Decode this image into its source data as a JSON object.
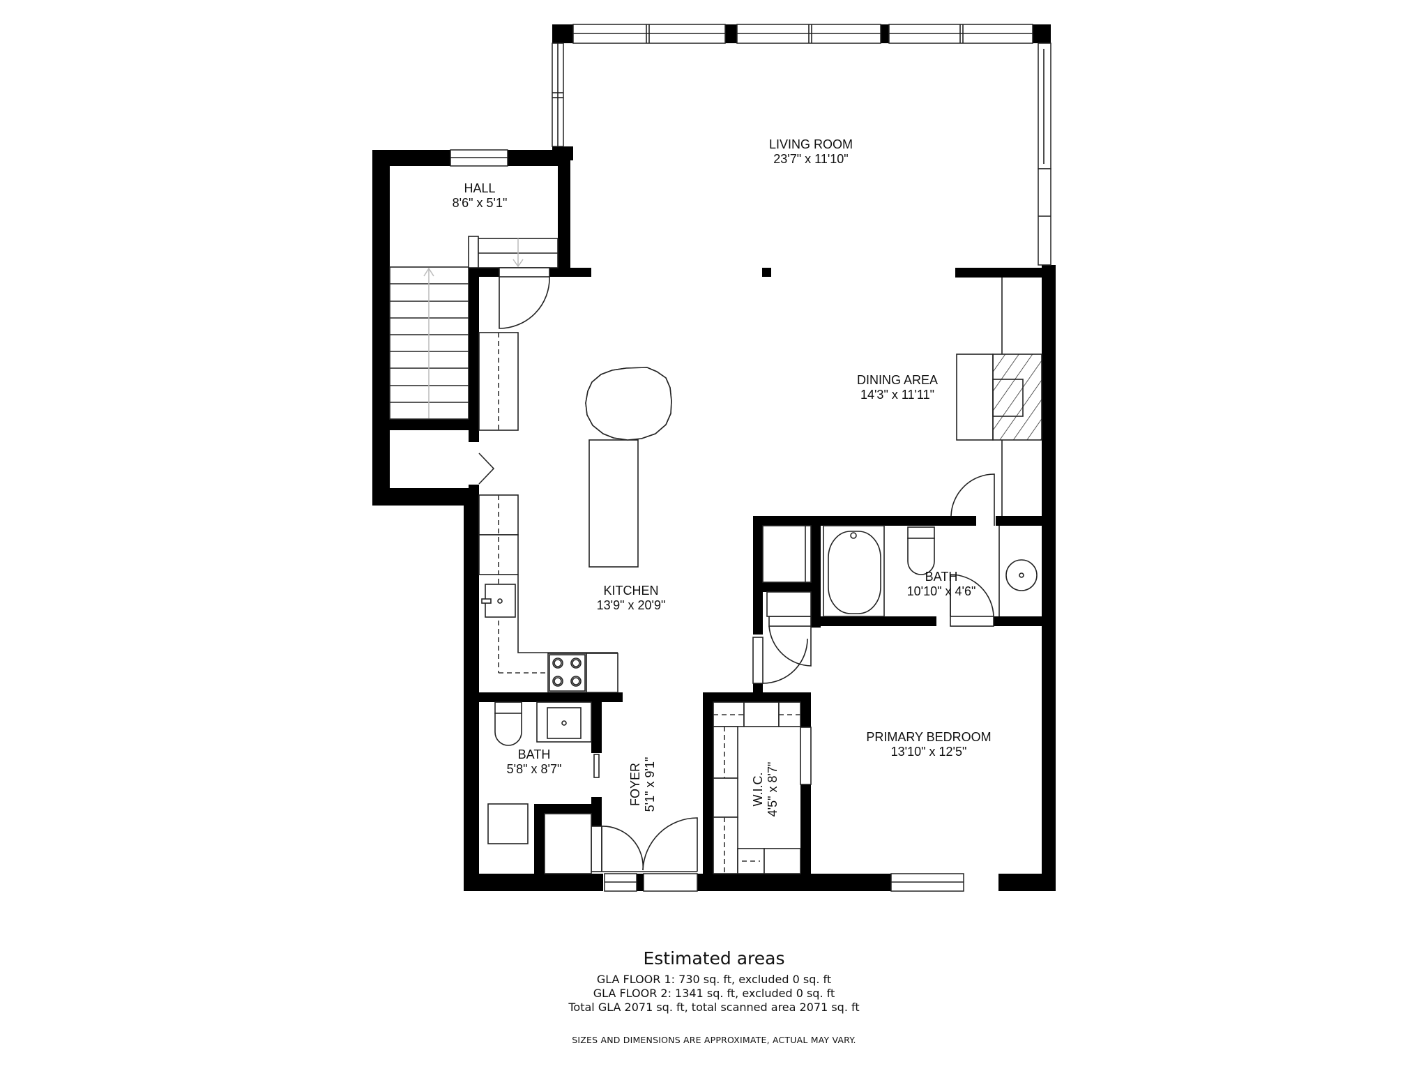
{
  "plan": {
    "rooms": [
      {
        "name": "LIVING ROOM",
        "dims": "23'7\" x 11'10\""
      },
      {
        "name": "HALL",
        "dims": "8'6\" x 5'1\""
      },
      {
        "name": "DINING AREA",
        "dims": "14'3\" x 11'11\""
      },
      {
        "name": "KITCHEN",
        "dims": "13'9\" x 20'9\""
      },
      {
        "name": "BATH",
        "dims": "10'10\" x 4'6\""
      },
      {
        "name": "PRIMARY BEDROOM",
        "dims": "13'10\" x 12'5\""
      },
      {
        "name": "BATH",
        "dims": "5'8\" x 8'7\""
      },
      {
        "name": "FOYER",
        "dims": "5'1\" x 9'1\""
      },
      {
        "name": "W.I.C.",
        "dims": "4'5\" x 8'7\""
      }
    ],
    "colors": {
      "wall": "#000000",
      "background": "#ffffff",
      "fixture_stroke": "#222222"
    }
  },
  "footer": {
    "title": "Estimated areas",
    "lines": [
      "GLA FLOOR 1: 730 sq. ft, excluded 0 sq. ft",
      "GLA FLOOR 2: 1341 sq. ft, excluded 0 sq. ft",
      "Total GLA 2071 sq. ft, total scanned area 2071 sq. ft"
    ],
    "disclaimer": "SIZES AND DIMENSIONS ARE APPROXIMATE, ACTUAL MAY VARY."
  }
}
